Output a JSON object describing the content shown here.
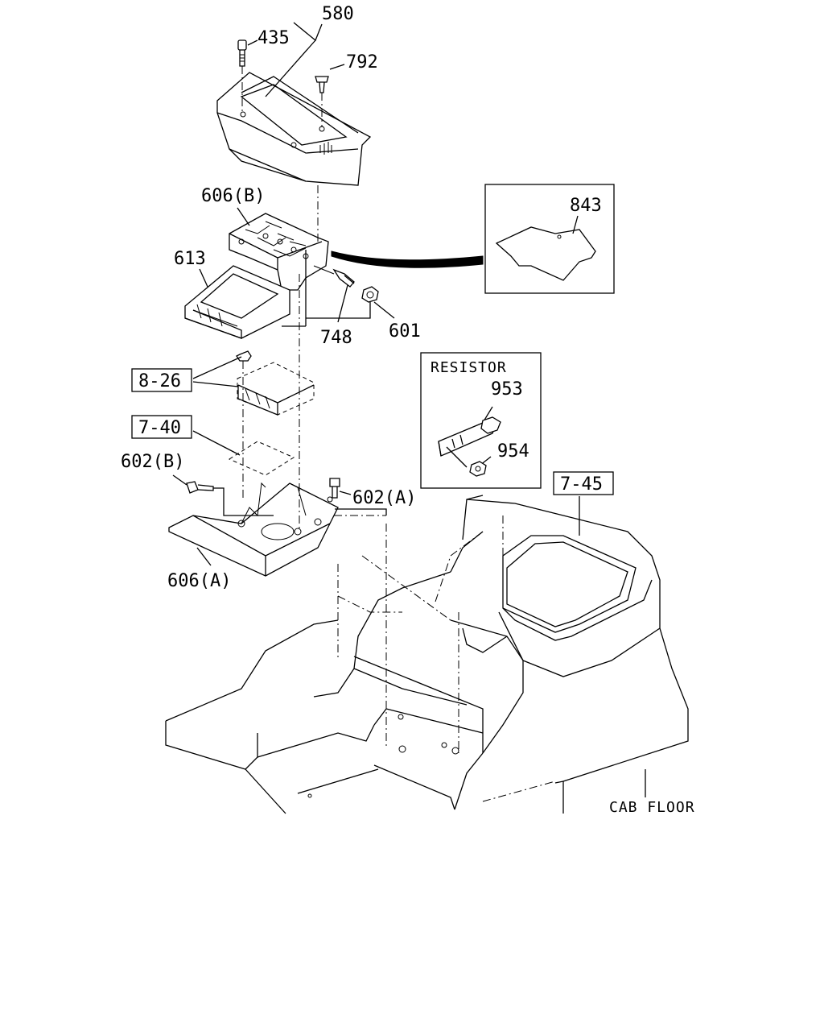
{
  "diagram": {
    "callouts": {
      "p580": "580",
      "p435": "435",
      "p792": "792",
      "p606b": "606(B)",
      "p843": "843",
      "p613": "613",
      "p748": "748",
      "p601": "601",
      "p953": "953",
      "p954": "954",
      "p602b": "602(B)",
      "p602a": "602(A)",
      "p606a": "606(A)"
    },
    "refs": {
      "r826": "8-26",
      "r740": "7-40",
      "r745": "7-45"
    },
    "texts": {
      "resistor": "RESISTOR",
      "cab_floor": "CAB FLOOR"
    }
  }
}
